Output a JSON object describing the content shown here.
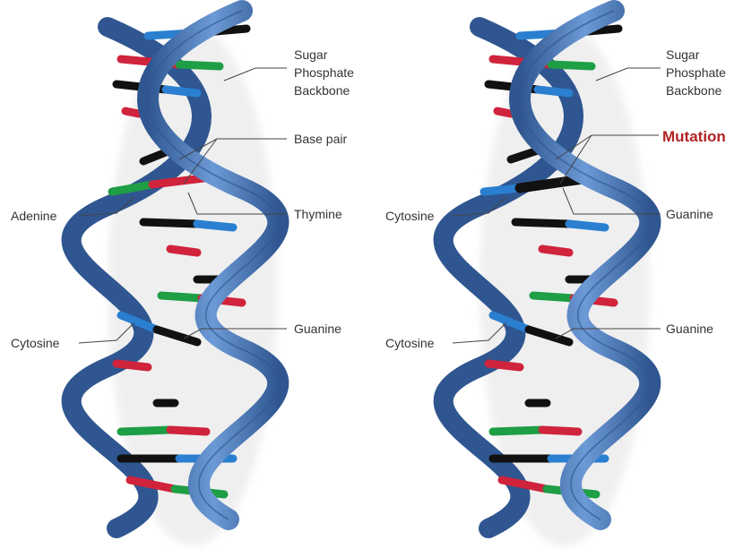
{
  "colors": {
    "backbone": "#4a78b8",
    "backbone_dark": "#2f5690",
    "adenine": "#d0233c",
    "thymine": "#1e9e45",
    "cytosine": "#2a7fd0",
    "guanine": "#111111",
    "mutation_text": "#b22222"
  },
  "left_helix": {
    "labels": {
      "backbone": [
        "Sugar",
        "Phosphate",
        "Backbone"
      ],
      "base_pair": "Base pair",
      "left_top": "Adenine",
      "right_top": "Thymine",
      "left_bottom": "Cytosine",
      "right_bottom": "Guanine"
    }
  },
  "right_helix": {
    "labels": {
      "backbone": [
        "Sugar",
        "Phosphate",
        "Backbone"
      ],
      "mutation": "Mutation",
      "left_top": "Cytosine",
      "right_top": "Guanine",
      "left_bottom": "Cytosine",
      "right_bottom": "Guanine"
    }
  }
}
